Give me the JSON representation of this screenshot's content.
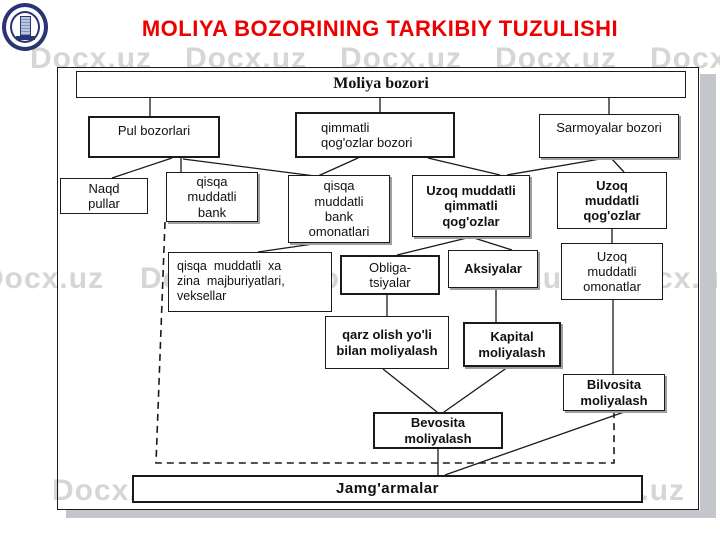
{
  "title": "MOLIYA BOZORINING TARKIBIY TUZULISHI",
  "watermark": {
    "text": "Docx.uz"
  },
  "colors": {
    "title_red": "#ee0000",
    "box_border": "#1a1a1a",
    "watermark_gray": "#d6d6d6",
    "shadow_gray": "#c3c7cb",
    "logo_navy": "#2a3575"
  },
  "diagram": {
    "nodes": [
      {
        "id": "moliya-bozori",
        "label": "Moliya bozori"
      },
      {
        "id": "pul-bozorlari",
        "label": "Pul bozorlari"
      },
      {
        "id": "qimmatli-qogozlar-bozori",
        "label": "qimmatli\nqog'ozlar bozori"
      },
      {
        "id": "sarmoyalar-bozori",
        "label": "Sarmoyalar bozori"
      },
      {
        "id": "naqd-pullar",
        "label": "Naqd\npullar"
      },
      {
        "id": "qisqa-muddatli-bank",
        "label": "qisqa\nmuddatli\nbank"
      },
      {
        "id": "qisqa-muddatli-bank-omonatlari",
        "label": "qisqa\nmuddatli\nbank\nomonatlari"
      },
      {
        "id": "uzoq-muddatli-qimmatli-qogozlar",
        "label": "Uzoq muddatli\nqimmatli\nqog'ozlar"
      },
      {
        "id": "uzoq-muddatli-qogozlar",
        "label": "Uzoq\nmuddatli\nqog'ozlar"
      },
      {
        "id": "qisqa-muddatli-xazina",
        "label": "qisqa  muddatli  xa\nzina  majburiyatlari,\nveksellar"
      },
      {
        "id": "obligatsiyalar",
        "label": "Obliga-\ntsiyalar"
      },
      {
        "id": "aksiyalar",
        "label": "Aksiyalar"
      },
      {
        "id": "uzoq-muddatli-omonatlar",
        "label": "Uzoq\nmuddatli\nomonatlar"
      },
      {
        "id": "qarz-olish-yoli-bilan-moliyalash",
        "label": "qarz olish yo'li\nbilan moliyalash"
      },
      {
        "id": "kapital-moliyalash",
        "label": "Kapital\nmoliyalash"
      },
      {
        "id": "bilvosita-moliyalash",
        "label": "Bilvosita\nmoliyalash"
      },
      {
        "id": "bevosita-moliyalash",
        "label": "Bevosita\nmoliyalash"
      },
      {
        "id": "jamgarmalar",
        "label": "Jamg'armalar"
      }
    ],
    "edges": [
      {
        "from": "moliya-bozori",
        "to": "pul-bozorlari",
        "style": "solid"
      },
      {
        "from": "moliya-bozori",
        "to": "qimmatli-qogozlar-bozori",
        "style": "solid"
      },
      {
        "from": "moliya-bozori",
        "to": "sarmoyalar-bozori",
        "style": "solid"
      },
      {
        "from": "pul-bozorlari",
        "to": "naqd-pullar",
        "style": "solid"
      },
      {
        "from": "pul-bozorlari",
        "to": "qisqa-muddatli-bank",
        "style": "solid"
      },
      {
        "from": "pul-bozorlari",
        "to": "qisqa-muddatli-bank-omonatlari",
        "style": "solid"
      },
      {
        "from": "qimmatli-qogozlar-bozori",
        "to": "qisqa-muddatli-bank-omonatlari",
        "style": "solid"
      },
      {
        "from": "qimmatli-qogozlar-bozori",
        "to": "uzoq-muddatli-qimmatli-qogozlar",
        "style": "solid"
      },
      {
        "from": "sarmoyalar-bozori",
        "to": "uzoq-muddatli-qimmatli-qogozlar",
        "style": "solid"
      },
      {
        "from": "sarmoyalar-bozori",
        "to": "uzoq-muddatli-qogozlar",
        "style": "solid"
      },
      {
        "from": "qisqa-muddatli-bank-omonatlari",
        "to": "qisqa-muddatli-xazina",
        "style": "solid"
      },
      {
        "from": "uzoq-muddatli-qimmatli-qogozlar",
        "to": "obligatsiyalar",
        "style": "solid"
      },
      {
        "from": "uzoq-muddatli-qimmatli-qogozlar",
        "to": "aksiyalar",
        "style": "solid"
      },
      {
        "from": "obligatsiyalar",
        "to": "qarz-olish-yoli-bilan-moliyalash",
        "style": "solid"
      },
      {
        "from": "aksiyalar",
        "to": "kapital-moliyalash",
        "style": "solid"
      },
      {
        "from": "uzoq-muddatli-qogozlar",
        "to": "uzoq-muddatli-omonatlar",
        "style": "solid"
      },
      {
        "from": "uzoq-muddatli-omonatlar",
        "to": "bilvosita-moliyalash",
        "style": "solid"
      },
      {
        "from": "qarz-olish-yoli-bilan-moliyalash",
        "to": "bevosita-moliyalash",
        "style": "solid"
      },
      {
        "from": "kapital-moliyalash",
        "to": "bevosita-moliyalash",
        "style": "solid"
      },
      {
        "from": "bevosita-moliyalash",
        "to": "jamgarmalar",
        "style": "solid"
      },
      {
        "from": "jamgarmalar",
        "to": "bilvosita-moliyalash",
        "style": "solid"
      },
      {
        "from": "qisqa-muddatli-bank",
        "to": "bilvosita-moliyalash",
        "style": "dashed"
      }
    ]
  }
}
